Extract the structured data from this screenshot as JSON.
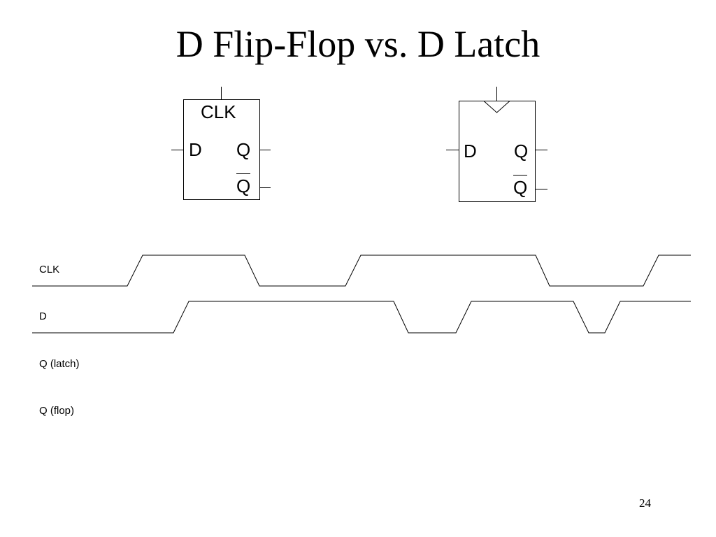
{
  "slide": {
    "title": "D Flip-Flop vs. D Latch",
    "page_number": "24"
  },
  "latch": {
    "clk_label": "CLK",
    "d_label": "D",
    "q_label": "Q",
    "qbar_label": "Q"
  },
  "flop": {
    "d_label": "D",
    "q_label": "Q",
    "qbar_label": "Q"
  },
  "timing": {
    "signals": [
      {
        "label": "CLK"
      },
      {
        "label": "D"
      },
      {
        "label": "Q (latch)"
      },
      {
        "label": "Q (flop)"
      }
    ]
  }
}
